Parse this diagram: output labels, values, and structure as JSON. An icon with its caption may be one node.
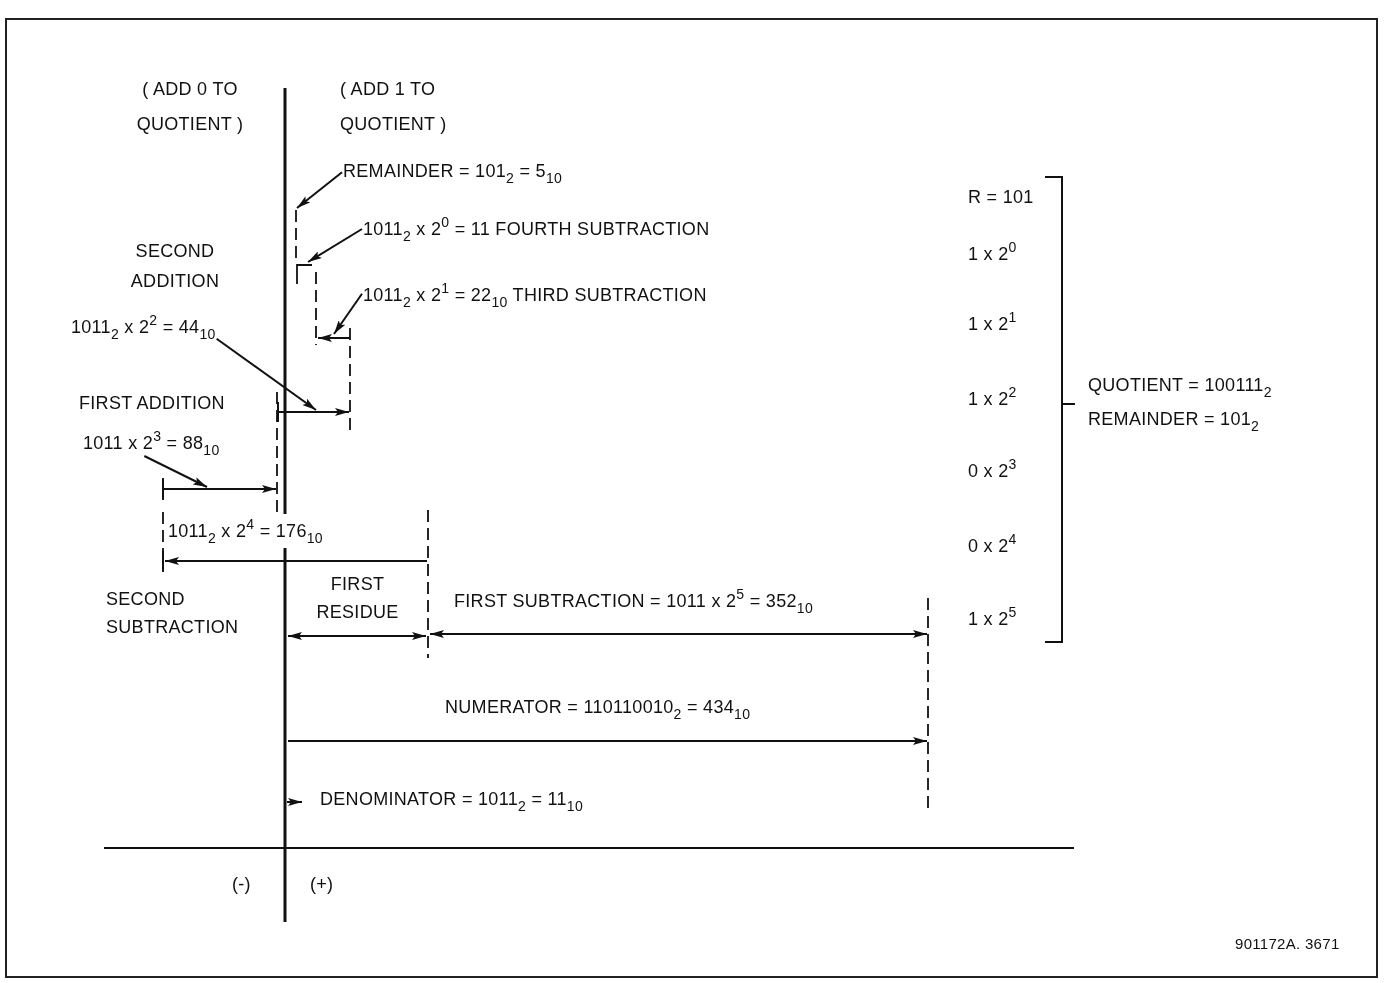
{
  "diagram": {
    "nodes": [
      {
        "text": [
          "REMAINDER = 101$_{2}$ = 5$_{10}$"
        ]
      },
      {
        "text": [
          "1011$_{2}$ x 2$^{0}$ = 11 FOURTH SUBTRACTION"
        ]
      },
      {
        "text": [
          "1011$_{2}$ x 2$^{1}$ = 22$_{10}$ THIRD SUBTRACTION"
        ]
      },
      {
        "text": [
          "1011$_{2}$ x 2$^{2}$ = 44$_{10}$"
        ]
      },
      {
        "text": [
          "1011 x 2$^{3}$ = 88$_{10}$"
        ]
      }
    ],
    "edges": [
      {
        "from": 0,
        "to": null,
        "arrow": "to"
      },
      {
        "from": 1,
        "to": null,
        "arrow": "to"
      },
      {
        "from": 2,
        "to": null,
        "arrow": "to"
      },
      {
        "from": 3,
        "to": null,
        "arrow": "to"
      },
      {
        "from": 4,
        "to": null,
        "arrow": "to"
      }
    ],
    "labels": [
      "( ADD 0 TO QUOTIENT )",
      "( ADD 1 TO QUOTIENT )",
      "R = 101",
      "1 x 2$^{0}$",
      "SECOND ADDITION",
      "1 x 2$^{1}$",
      "1 x 2$^{2}$",
      "QUOTIENT = 100111$_{2}$",
      "REMAINDER = 101$_{2}$",
      "FIRST ADDITION",
      "0 x 2$^{3}$",
      "1011$_{2}$ x 2$^{4}$ = 176$_{10}$",
      "0 x 2$^{4}$",
      "SECOND SUBTRACTION",
      "FIRST RESIDUE",
      "FIRST SUBTRACTION = 1011 x 2$^{5}$ = 352$_{10}$",
      "1 x 2$^{5}$",
      "NUMERATOR = 110110010$_{2}$ = 434$_{10}$",
      "DENOMINATOR = 1011$_{2}$ = 11$_{10}$",
      "(-)",
      "(+)",
      "901172A. 3671"
    ]
  }
}
